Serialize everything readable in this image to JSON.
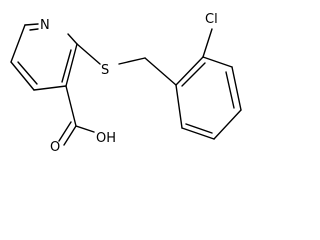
{
  "molecule": {
    "atoms": {
      "nitrogen": "N",
      "sulfur": "S",
      "chlorine": "Cl",
      "hydroxyl": "OH",
      "carbonyl_oxygen": "O"
    }
  },
  "colors": {
    "bond": "#000000",
    "background": "#ffffff"
  }
}
